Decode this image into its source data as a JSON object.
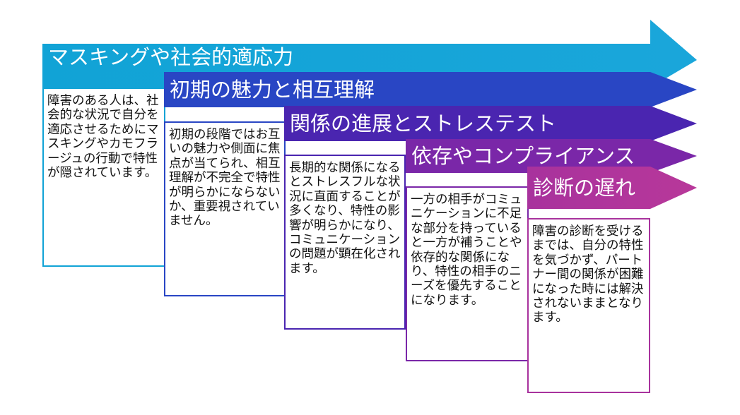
{
  "stages": [
    {
      "title": "マスキングや社会的適応力",
      "color": "#11A3D6",
      "description": "障害のある人は、社会的な状況で自分を適応させるためにマスキングやカモフラージュの行動で特性が隠されています。"
    },
    {
      "title": "初期の魅力と相互理解",
      "color": "#2946C4",
      "description": "初期の段階ではお互いの魅力や側面に焦点が当てられ、相互理解が不完全で特性が明らかにならないか、重要視されていません。"
    },
    {
      "title": "関係の進展とストレステスト",
      "color": "#4A25B0",
      "description": "長期的な関係になるとストレスフルな状況に直面することが多くなり、特性の影響が明らかになり、コミュニケーションの問題が顕在化されます。"
    },
    {
      "title": "依存やコンプライアンス",
      "color": "#7A27A8",
      "description": "一方の相手がコミュニケーションに不足な部分を持っていると一方が補うことや依存的な関係になり、特性の相手のニーズを優先することになります。"
    },
    {
      "title": "診断の遅れ",
      "color": "#A8329D",
      "description": "障害の診断を受けるまでは、自分の特性を気づかず、パートナー間の関係が困難になった時には解決されないままとなります。"
    }
  ]
}
